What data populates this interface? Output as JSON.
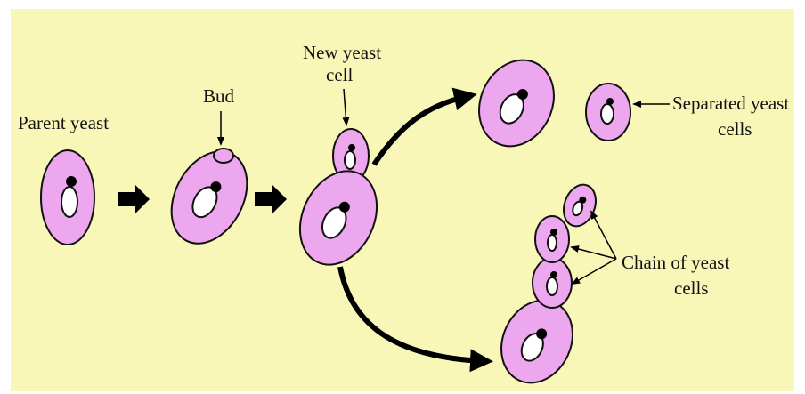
{
  "diagram": {
    "labels": {
      "parent_yeast": "Parent yeast",
      "bud": "Bud",
      "new_yeast_cell_line1": "New yeast",
      "new_yeast_cell_line2": "cell",
      "separated_line1": "Separated yeast",
      "separated_line2": "cells",
      "chain_line1": "Chain of yeast",
      "chain_line2": "cells"
    },
    "colors": {
      "background": "#f9f7b8",
      "cell_fill": "#eda7ef",
      "cell_outline": "#111111",
      "vacuole": "#ffffff",
      "nucleus": "#000000",
      "arrow": "#000000"
    }
  }
}
